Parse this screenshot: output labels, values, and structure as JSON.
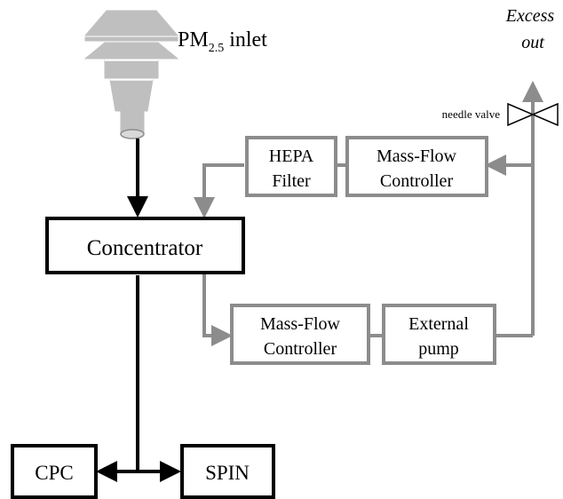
{
  "inlet": {
    "label_main": "PM",
    "label_sub": "2.5",
    "label_tail": " inlet"
  },
  "boxes": {
    "concentrator": "Concentrator",
    "hepa_line1": "HEPA",
    "hepa_line2": "Filter",
    "mfc_top_line1": "Mass-Flow",
    "mfc_top_line2": "Controller",
    "mfc_bottom_line1": "Mass-Flow",
    "mfc_bottom_line2": "Controller",
    "pump_line1": "External",
    "pump_line2": "pump",
    "cpc": "CPC",
    "spin": "SPIN"
  },
  "labels": {
    "excess_line1": "Excess",
    "excess_line2": "out",
    "needle_valve": "needle valve"
  },
  "colors": {
    "main_flow": "#000000",
    "excess_flow": "#8c8c8c",
    "inlet_fill": "#bfbfbf"
  }
}
